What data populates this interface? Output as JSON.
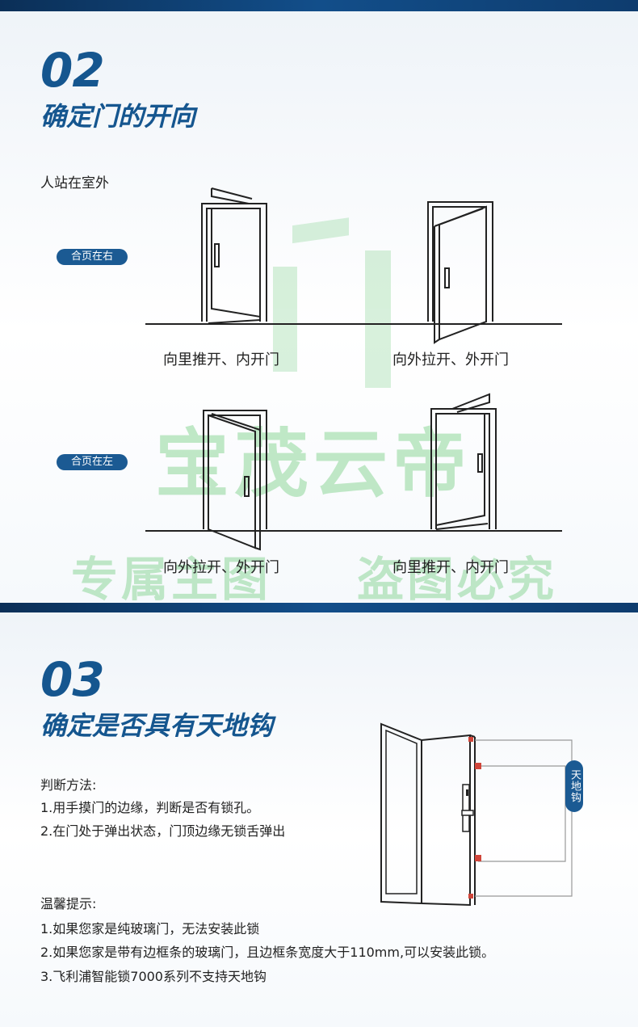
{
  "section1": {
    "number": "02",
    "title": "确定门的开向",
    "subtitle": "人站在室外",
    "row1": {
      "label": "合页在右",
      "left_caption": "向里推开、内开门",
      "right_caption": "向外拉开、外开门"
    },
    "row2": {
      "label": "合页在左",
      "left_caption": "向外拉开、外开门",
      "right_caption": "向里推开、内开门"
    }
  },
  "watermark": {
    "main": "宝茂云帝",
    "left": "专属主图",
    "right": "盗图必究"
  },
  "section2": {
    "number": "03",
    "title": "确定是否具有天地钩",
    "method_heading": "判断方法:",
    "method_items": [
      "1.用手摸门的边缘，判断是否有锁孔。",
      "2.在门处于弹出状态，门顶边缘无锁舌弹出"
    ],
    "tips_heading": "温馨提示:",
    "tips_items": [
      "1.如果您家是纯玻璃门，无法安装此锁",
      "2.如果您家是带有边框条的玻璃门，且边框条宽度大于110mm,可以安装此锁。",
      "3.飞利浦智能锁7000系列不支持天地钩"
    ],
    "side_label": "天地钩"
  },
  "colors": {
    "brand_blue": "#15568f",
    "bar_dark": "#0b2f57",
    "pill_blue": "#1b5a93",
    "hook_red": "#d0453a",
    "watermark_green": "#8fd79a"
  }
}
